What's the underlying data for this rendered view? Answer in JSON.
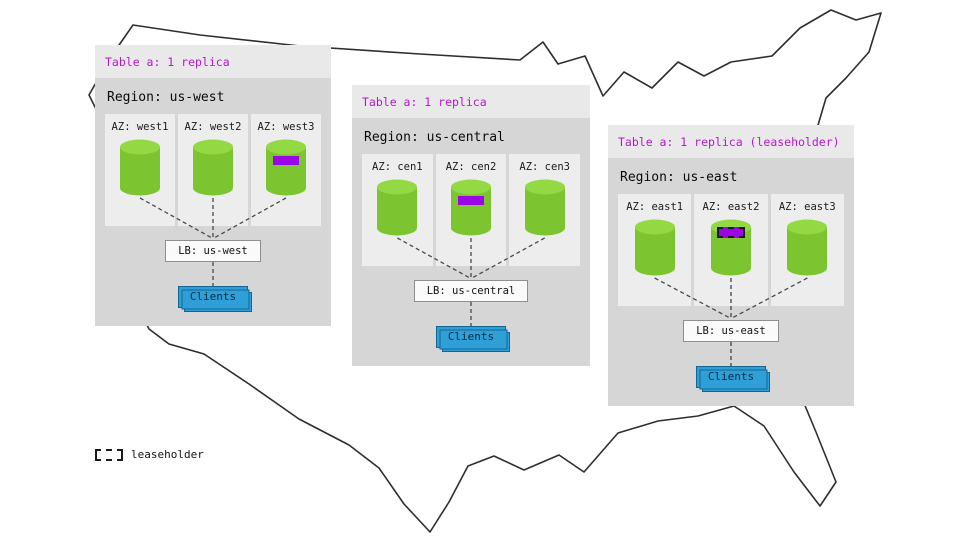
{
  "legend": {
    "label": "leaseholder"
  },
  "colors": {
    "panel_body": "#d6d6d6",
    "panel_header": "#e9e9e9",
    "az_cell": "#ededed",
    "accent_purple": "#b319cc",
    "replica_purple": "#9a06e6",
    "cylinder_green": "#7cc430",
    "cylinder_top_green": "#93d944",
    "clients_blue": "#2f9fd8",
    "map_outline": "#2e2e2e"
  },
  "regions": [
    {
      "table_label": "Table a: 1 replica",
      "region_label": "Region: us-west",
      "azs": [
        {
          "label": "AZ: west1",
          "replica": false,
          "leaseholder": false
        },
        {
          "label": "AZ: west2",
          "replica": false,
          "leaseholder": false
        },
        {
          "label": "AZ: west3",
          "replica": true,
          "leaseholder": false
        }
      ],
      "lb_label": "LB: us-west",
      "clients_label": "Clients"
    },
    {
      "table_label": "Table a: 1 replica",
      "region_label": "Region: us-central",
      "azs": [
        {
          "label": "AZ: cen1",
          "replica": false,
          "leaseholder": false
        },
        {
          "label": "AZ: cen2",
          "replica": true,
          "leaseholder": false
        },
        {
          "label": "AZ: cen3",
          "replica": false,
          "leaseholder": false
        }
      ],
      "lb_label": "LB: us-central",
      "clients_label": "Clients"
    },
    {
      "table_label": "Table a: 1 replica (leaseholder)",
      "region_label": "Region: us-east",
      "azs": [
        {
          "label": "AZ: east1",
          "replica": false,
          "leaseholder": false
        },
        {
          "label": "AZ: east2",
          "replica": true,
          "leaseholder": true
        },
        {
          "label": "AZ: east3",
          "replica": false,
          "leaseholder": false
        }
      ],
      "lb_label": "LB: us-east",
      "clients_label": "Clients"
    }
  ]
}
